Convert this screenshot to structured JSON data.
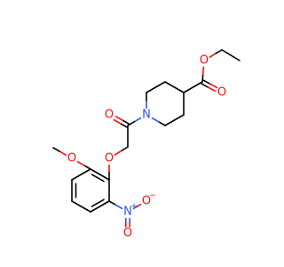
{
  "colors": {
    "oxygen": "#ff0d0d",
    "nitrogen": "#3050f8",
    "carbon_bond": "#000000",
    "background": "#ffffff"
  },
  "atoms": {
    "ester_carbonyl_o": "O",
    "ester_ether_o": "O",
    "piperidine_n": "N",
    "amide_o": "O",
    "ether_o": "O",
    "methoxy_o": "O",
    "nitro_n": "N",
    "nitro_n_charge": "+",
    "nitro_o_double": "O",
    "nitro_o_single": "O",
    "nitro_o_single_charge": "−"
  }
}
